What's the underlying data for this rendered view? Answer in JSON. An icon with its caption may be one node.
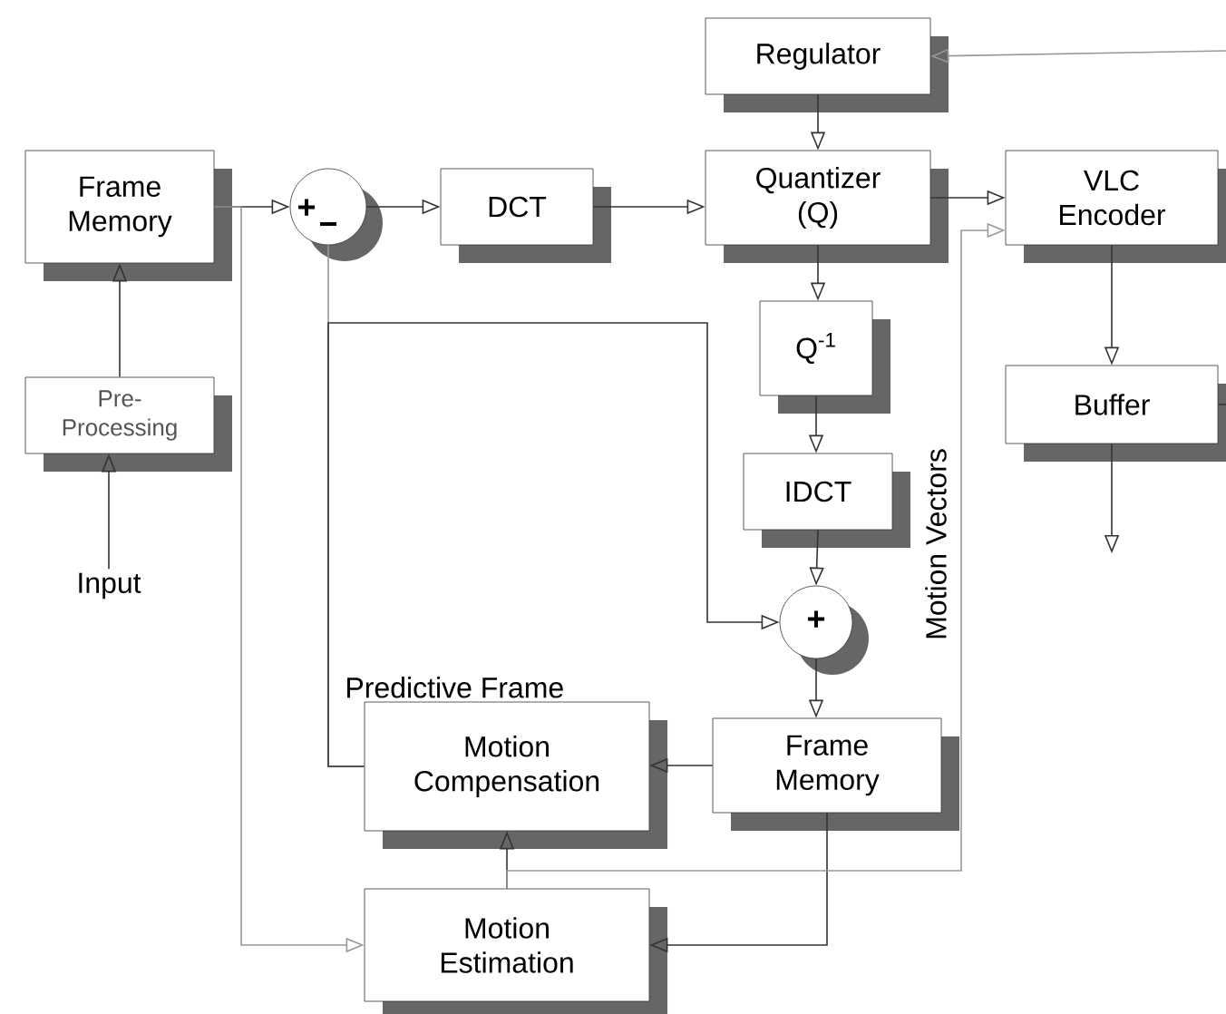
{
  "diagram": {
    "nodes": [
      {
        "text": [
          "Frame Memory"
        ]
      },
      {
        "text": [
          "Pre-Processing"
        ]
      },
      {
        "text": [
          "Input"
        ]
      },
      {
        "text": [
          "+",
          "−"
        ]
      },
      {
        "text": [
          "DCT"
        ]
      },
      {
        "text": [
          "Regulator"
        ]
      },
      {
        "text": [
          "Quantizer (Q)"
        ]
      },
      {
        "text": [
          "VLC Encoder"
        ]
      },
      {
        "text": [
          "Q$^{-1}$"
        ]
      },
      {
        "text": [
          "IDCT"
        ]
      },
      {
        "text": [
          "+"
        ]
      },
      {
        "text": [
          "Buffer"
        ]
      },
      {
        "text": [
          "Predictive Frame",
          "Motion Compensation"
        ]
      },
      {
        "text": [
          "Frame Memory"
        ]
      },
      {
        "text": [
          "Motion Estimation"
        ]
      }
    ],
    "edges": [
      {
        "from": 2,
        "to": 1,
        "arrow": "to"
      },
      {
        "from": 1,
        "to": 0,
        "arrow": "to"
      },
      {
        "from": 0,
        "to": 3,
        "arrow": "to"
      },
      {
        "from": 0,
        "to": 14,
        "arrow": "to",
        "color": "#999999"
      },
      {
        "from": 3,
        "to": 4,
        "arrow": "to"
      },
      {
        "from": 4,
        "to": 6,
        "arrow": "to"
      },
      {
        "from": 5,
        "to": 6,
        "arrow": "to"
      },
      {
        "from": 6,
        "to": 7,
        "arrow": "to"
      },
      {
        "from": 6,
        "to": 8,
        "arrow": "to"
      },
      {
        "from": 8,
        "to": 9,
        "arrow": "to"
      },
      {
        "from": 9,
        "to": 10,
        "arrow": "to"
      },
      {
        "from": 12,
        "to": 3,
        "arrow": "none",
        "color": "#999999"
      },
      {
        "from": 12,
        "to": 10,
        "arrow": "to"
      },
      {
        "from": 10,
        "to": 13,
        "arrow": "to"
      },
      {
        "from": 13,
        "to": 12,
        "arrow": "to"
      },
      {
        "from": 13,
        "to": 14,
        "arrow": "to"
      },
      {
        "from": 14,
        "to": 12,
        "arrow": "to"
      },
      {
        "from": 14,
        "to": 7,
        "arrow": "to",
        "label": "Motion Vectors",
        "color": "#999999"
      },
      {
        "from": 7,
        "to": 11,
        "arrow": "to"
      },
      {
        "from": 11,
        "to": null,
        "arrow": "to"
      },
      {
        "from": 11,
        "to": null,
        "arrow": "none"
      },
      {
        "from": null,
        "to": 5,
        "arrow": "to",
        "color": "#999999"
      }
    ]
  }
}
